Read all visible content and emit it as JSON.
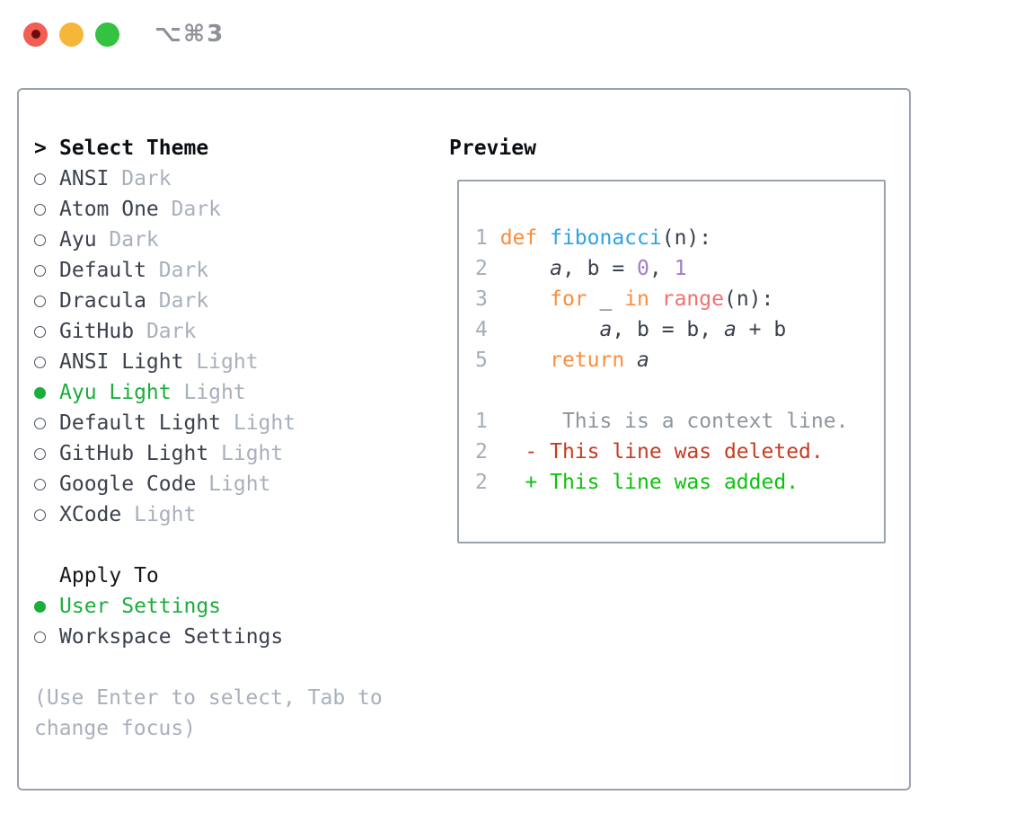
{
  "window": {
    "title": "⌥⌘3"
  },
  "colors": {
    "heading": "#0B0E12",
    "text": "#3B414D",
    "muted": "#A8B0BC",
    "linenum": "#A4ADB9",
    "context": "#8E959E",
    "orange": "#FA8D3E",
    "blue": "#2FA2E6",
    "purple": "#A37ACC",
    "coral": "#F07171",
    "diff-red": "#C63B22",
    "diff-green": "#0DC20D",
    "select-green": "#1CAD3C",
    "border": "#9AA2AE",
    "title-gray": "#8E9298",
    "light-red": "#F25D54",
    "light-red-dot": "#6D0B0B",
    "light-yellow": "#F5B63A",
    "light-green": "#33C340"
  },
  "theme_panel": {
    "header_prefix": ">",
    "header_label": "Select Theme",
    "themes": [
      {
        "name": "ANSI",
        "variant": "Dark",
        "selected": false
      },
      {
        "name": "Atom One",
        "variant": "Dark",
        "selected": false
      },
      {
        "name": "Ayu",
        "variant": "Dark",
        "selected": false
      },
      {
        "name": "Default",
        "variant": "Dark",
        "selected": false
      },
      {
        "name": "Dracula",
        "variant": "Dark",
        "selected": false
      },
      {
        "name": "GitHub",
        "variant": "Dark",
        "selected": false
      },
      {
        "name": "ANSI Light",
        "variant": "Light",
        "selected": false
      },
      {
        "name": "Ayu Light",
        "variant": "Light",
        "selected": true
      },
      {
        "name": "Default Light",
        "variant": "Light",
        "selected": false
      },
      {
        "name": "GitHub Light",
        "variant": "Light",
        "selected": false
      },
      {
        "name": "Google Code",
        "variant": "Light",
        "selected": false
      },
      {
        "name": "XCode",
        "variant": "Light",
        "selected": false
      }
    ],
    "apply_label": "Apply To",
    "apply_options": [
      {
        "name": "User Settings",
        "selected": true
      },
      {
        "name": "Workspace Settings",
        "selected": false
      }
    ],
    "hint_lines": [
      "(Use Enter to select, Tab to",
      "change focus)"
    ]
  },
  "preview": {
    "label": "Preview",
    "lines": [
      {
        "segs": [
          [
            "num",
            "1 "
          ],
          [
            "kw",
            "def "
          ],
          [
            "fn",
            "fibonacci"
          ],
          [
            "pl",
            "(n):"
          ]
        ]
      },
      {
        "segs": [
          [
            "num",
            "2 "
          ],
          [
            "pl",
            "    "
          ],
          [
            "var",
            "a"
          ],
          [
            "pl",
            ", b = "
          ],
          [
            "lit",
            "0"
          ],
          [
            "pl",
            ", "
          ],
          [
            "lit",
            "1"
          ]
        ]
      },
      {
        "segs": [
          [
            "num",
            "3 "
          ],
          [
            "pl",
            "    "
          ],
          [
            "kw",
            "for "
          ],
          [
            "pl",
            "_ "
          ],
          [
            "kw",
            "in "
          ],
          [
            "call",
            "range"
          ],
          [
            "pl",
            "(n):"
          ]
        ]
      },
      {
        "segs": [
          [
            "num",
            "4 "
          ],
          [
            "pl",
            "        "
          ],
          [
            "var",
            "a"
          ],
          [
            "pl",
            ", b = b, "
          ],
          [
            "var",
            "a"
          ],
          [
            "pl",
            " + b"
          ]
        ]
      },
      {
        "segs": [
          [
            "num",
            "5 "
          ],
          [
            "pl",
            "    "
          ],
          [
            "kw",
            "return "
          ],
          [
            "var",
            "a"
          ]
        ]
      },
      {
        "segs": []
      },
      {
        "segs": [
          [
            "num",
            "1 "
          ],
          [
            "ctx",
            "     This is a context line."
          ]
        ]
      },
      {
        "segs": [
          [
            "num",
            "2 "
          ],
          [
            "pl",
            "  "
          ],
          [
            "del",
            "- This line was deleted."
          ]
        ]
      },
      {
        "segs": [
          [
            "num",
            "2 "
          ],
          [
            "pl",
            "  "
          ],
          [
            "add",
            "+ This line was added."
          ]
        ]
      }
    ]
  }
}
